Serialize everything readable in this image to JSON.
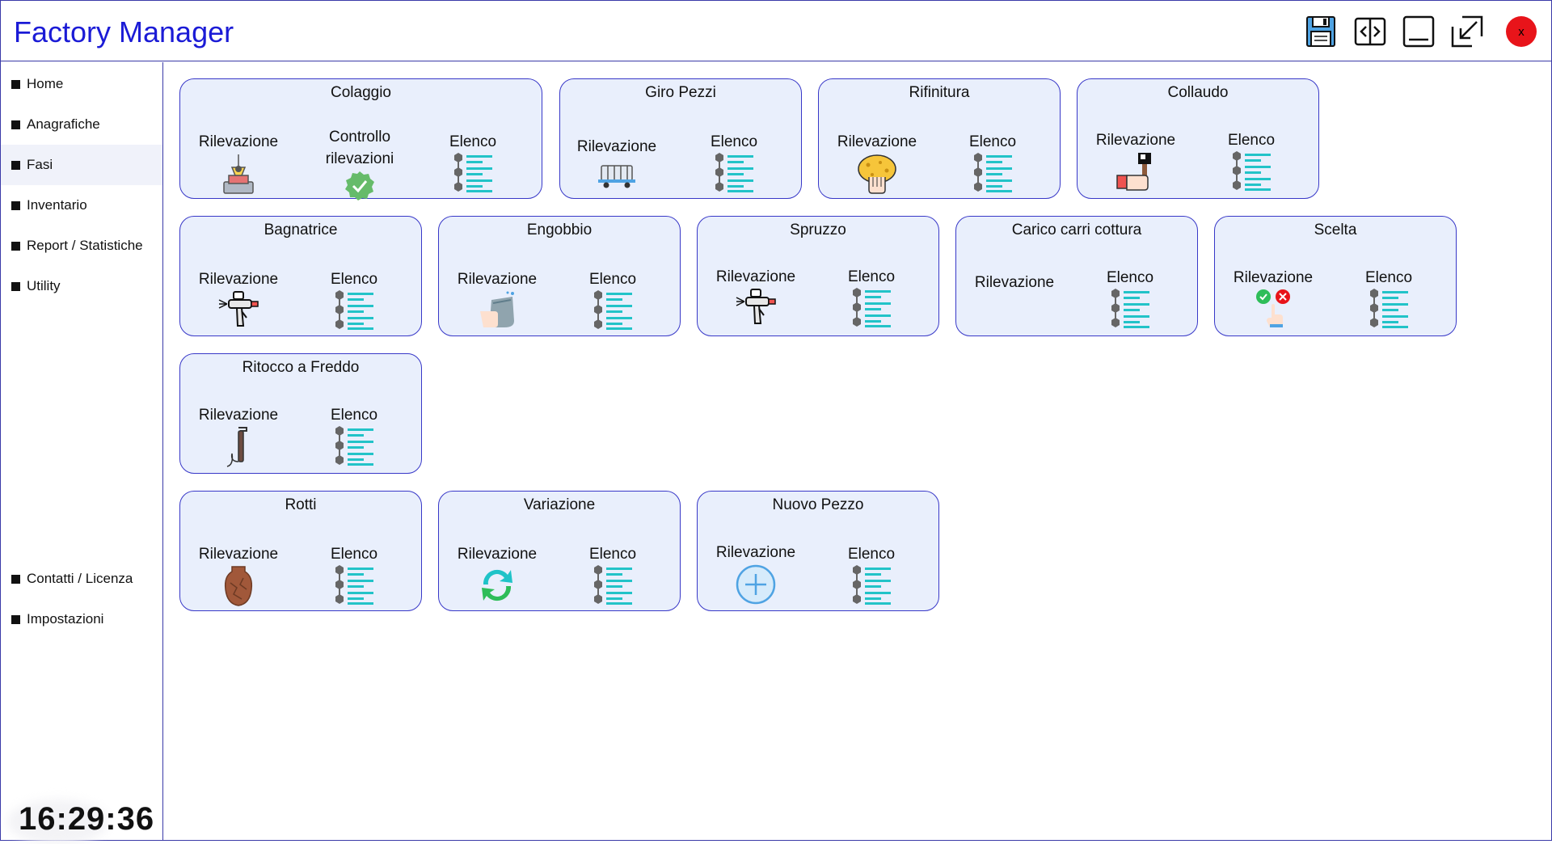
{
  "app": {
    "title": "Factory Manager",
    "close_label": "x"
  },
  "toolbar": {
    "icons": [
      "save-icon",
      "split-view-icon",
      "minimize-icon",
      "restore-icon"
    ]
  },
  "sidebar": {
    "top_items": [
      {
        "label": "Home"
      },
      {
        "label": "Anagrafiche"
      },
      {
        "label": "Fasi",
        "active": true
      },
      {
        "label": "Inventario"
      },
      {
        "label": "Report / Statistiche"
      },
      {
        "label": "Utility"
      }
    ],
    "bottom_items": [
      {
        "label": "Contatti / Licenza"
      },
      {
        "label": "Impostazioni"
      }
    ],
    "clock": "16:29:36"
  },
  "cards": {
    "colaggio": {
      "title": "Colaggio",
      "rilevazione": "Rilevazione",
      "controllo": "Controllo rilevazioni",
      "controllo_l1": "Controllo",
      "controllo_l2": "rilevazioni",
      "elenco": "Elenco",
      "icon": "casting-machine-icon"
    },
    "giro_pezzi": {
      "title": "Giro Pezzi",
      "rilevazione": "Rilevazione",
      "elenco": "Elenco",
      "icon": "cart-icon"
    },
    "rifinitura": {
      "title": "Rifinitura",
      "rilevazione": "Rilevazione",
      "elenco": "Elenco",
      "icon": "sponge-hand-icon"
    },
    "collaudo": {
      "title": "Collaudo",
      "rilevazione": "Rilevazione",
      "elenco": "Elenco",
      "icon": "brush-hand-icon"
    },
    "bagnatrice": {
      "title": "Bagnatrice",
      "rilevazione": "Rilevazione",
      "elenco": "Elenco",
      "icon": "spray-gun-icon"
    },
    "engobbio": {
      "title": "Engobbio",
      "rilevazione": "Rilevazione",
      "elenco": "Elenco",
      "icon": "paint-bucket-icon"
    },
    "spruzzo": {
      "title": "Spruzzo",
      "rilevazione": "Rilevazione",
      "elenco": "Elenco",
      "icon": "spray-gun-icon"
    },
    "carico": {
      "title": "Carico carri cottura",
      "rilevazione": "Rilevazione",
      "elenco": "Elenco"
    },
    "scelta": {
      "title": "Scelta",
      "rilevazione": "Rilevazione",
      "elenco": "Elenco",
      "icon": "accept-reject-icon"
    },
    "ritocco": {
      "title": "Ritocco a Freddo",
      "rilevazione": "Rilevazione",
      "elenco": "Elenco",
      "icon": "dental-drill-icon"
    },
    "rotti": {
      "title": "Rotti",
      "rilevazione": "Rilevazione",
      "elenco": "Elenco",
      "icon": "broken-vase-icon"
    },
    "variazione": {
      "title": "Variazione",
      "rilevazione": "Rilevazione",
      "elenco": "Elenco",
      "icon": "refresh-icon"
    },
    "nuovo_pezzo": {
      "title": "Nuovo Pezzo",
      "rilevazione": "Rilevazione",
      "elenco": "Elenco",
      "icon": "add-circle-icon"
    }
  },
  "colors": {
    "accent": "#1b1bd6",
    "card_bg": "#e9effc",
    "card_border": "#3838c8",
    "list_teal": "#22c3c8",
    "close_red": "#e8141a"
  }
}
